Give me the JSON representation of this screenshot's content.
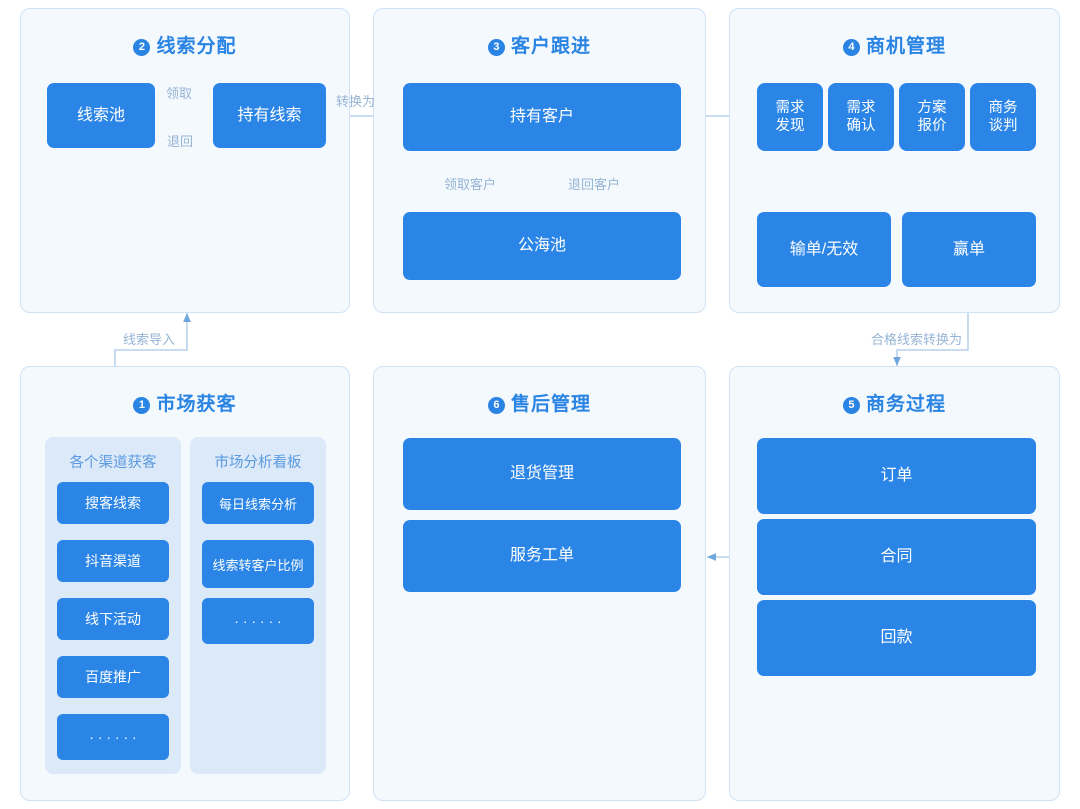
{
  "panels": {
    "lead_assign": {
      "number": "2",
      "title": "线索分配",
      "nodes": {
        "lead_pool": "线索池",
        "own_lead": "持有线索"
      },
      "labels": {
        "claim": "领取",
        "return": "退回"
      }
    },
    "customer_follow": {
      "number": "3",
      "title": "客户跟进",
      "nodes": {
        "own_customer": "持有客户",
        "public_pool": "公海池"
      },
      "labels": {
        "claim_customer": "领取客户",
        "return_customer": "退回客户"
      }
    },
    "opportunity": {
      "number": "4",
      "title": "商机管理",
      "stages": [
        "需求\n发现",
        "需求\n确认",
        "方案\n报价",
        "商务\n谈判"
      ],
      "outcomes": {
        "lost": "输单/无效",
        "won": "赢单"
      }
    },
    "market": {
      "number": "1",
      "title": "市场获客",
      "columns": [
        {
          "title": "各个渠道获客",
          "items": [
            "搜客线索",
            "抖音渠道",
            "线下活动",
            "百度推广",
            "· · · · · ·"
          ]
        },
        {
          "title": "市场分析看板",
          "items": [
            "每日线索分析",
            "线索转客户比例",
            "· · · · · ·"
          ]
        }
      ]
    },
    "after_sales": {
      "number": "6",
      "title": "售后管理",
      "items": [
        "退货管理",
        "服务工单"
      ]
    },
    "business_process": {
      "number": "5",
      "title": "商务过程",
      "items": [
        "订单",
        "合同",
        "回款"
      ]
    }
  },
  "connectors": {
    "convert_to": "转换为",
    "lead_import": "线索导入",
    "qualified_lead_convert": "合格线索转换为"
  },
  "colors": {
    "node_blue": "#2a85e6",
    "panel_bg": "#f4f9fe",
    "panel_border": "#cfe2f5",
    "title_blue": "#2a84e3",
    "label_gray": "#96b4d4",
    "subcol_bg": "#dbe9f8",
    "wire_blue": "#a9c8e8"
  }
}
